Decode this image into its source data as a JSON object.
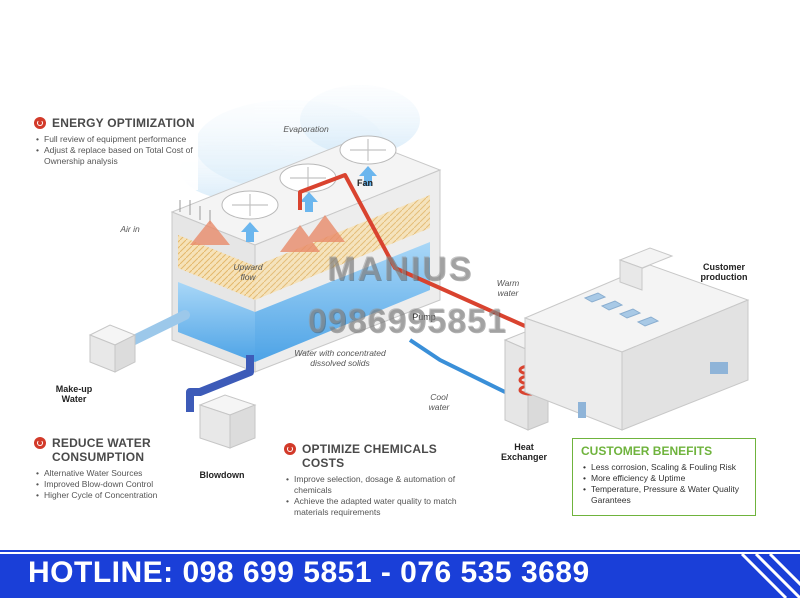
{
  "panels": {
    "energy": {
      "title": "ENERGY OPTIMIZATION",
      "items": [
        "Full review of equipment performance",
        "Adjust & replace based on Total Cost of Ownership analysis"
      ]
    },
    "water": {
      "title": "REDUCE WATER CONSUMPTION",
      "items": [
        "Alternative Water Sources",
        "Improved Blow-down Control",
        "Higher Cycle of Concentration"
      ]
    },
    "chemicals": {
      "title": "OPTIMIZE CHEMICALS COSTS",
      "items": [
        "Improve selection, dosage & automation of chemicals",
        "Achieve the adapted water quality to match materials requirements"
      ]
    },
    "benefits": {
      "title": "CUSTOMER BENEFITS",
      "items": [
        "Less corrosion, Scaling & Fouling Risk",
        "More efficiency & Uptime",
        "Temperature, Pressure & Water Quality Garantees"
      ]
    }
  },
  "labels": {
    "evaporation": "Evaporation",
    "fan": "Fan",
    "air_in": "Air in",
    "upward_flow": "Upward flow",
    "pump": "Pump",
    "warm_water": "Warm water",
    "concentrated": "Water with concentrated dissolved solids",
    "cool_water": "Cool water",
    "makeup_water": "Make-up Water",
    "blowdown": "Blowdown",
    "heat_exchanger": "Heat Exchanger",
    "customer_production": "Customer production"
  },
  "watermark": {
    "name": "MANIUS",
    "phone": "0986995851"
  },
  "hotline": "HOTLINE: 098 699 5851 - 076 535 3689",
  "colors": {
    "warm_pipe": "#d9432f",
    "cool_pipe": "#3a8fd8",
    "water": "#6fb7ee",
    "accent_red": "#d23a2a",
    "benefits_green": "#6fb33d",
    "hotline_blue": "#1a3fd8"
  }
}
